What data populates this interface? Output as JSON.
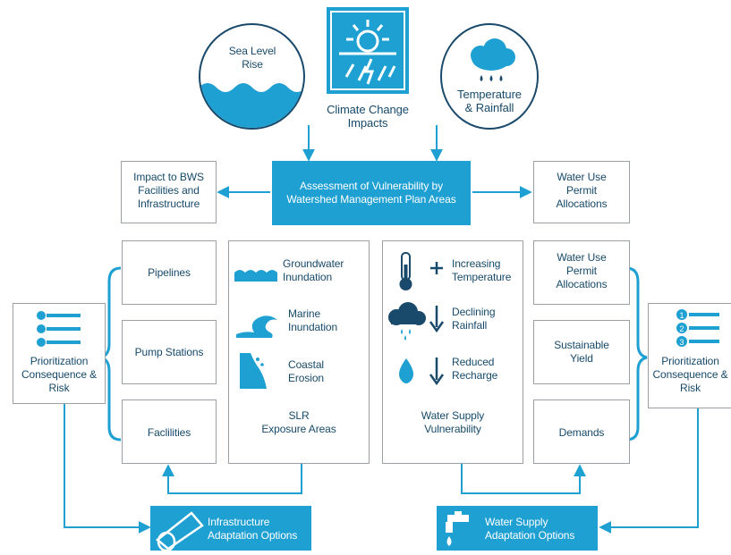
{
  "climate": {
    "sea_level": "Sea Level\nRise",
    "center": "Climate Change\nImpacts",
    "temp_rain": "Temperature\n& Rainfall"
  },
  "assessment": "Assessment of Vulnerability by\nWatershed Management Plan Areas",
  "impact_bws": "Impact to BWS\nFacilities and\nInfrastructure",
  "wu_permit_top": "Water Use\nPermit\nAllocations",
  "left_col": {
    "pipelines": "Pipelines",
    "pump_stations": "Pump Stations",
    "facilities": "Faclilities"
  },
  "slr": {
    "groundwater": "Groundwater\nInundation",
    "marine": "Marine\nInundation",
    "coastal": "Coastal\nErosion",
    "title": "SLR\nExposure Areas"
  },
  "ws_vuln": {
    "temp": "Increasing\nTemperature",
    "rain": "Declining\nRainfall",
    "recharge": "Reduced\nRecharge",
    "title": "Water Supply\nVulnerability"
  },
  "right_col": {
    "permit": "Water Use\nPermit\nAllocations",
    "yield": "Sustainable\nYield",
    "demands": "Demands"
  },
  "prioritization_left": "Prioritization\nConsequence &\nRisk",
  "prioritization_right": "Prioritization\nConsequence &\nRisk",
  "infra_options": "Infrastructure\nAdaptation Options",
  "ws_options": "Water Supply\nAdaptation Options",
  "colors": {
    "accent": "#1ea0d3",
    "text": "#174a6a",
    "border": "#9aa0a4"
  }
}
